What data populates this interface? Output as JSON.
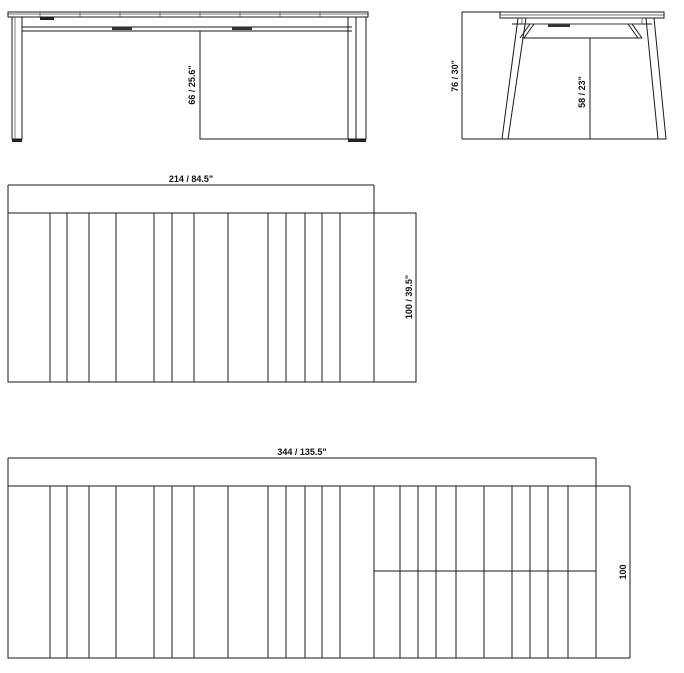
{
  "dimensions": {
    "front_leg_height": "66 / 25.6\"",
    "side_height": "76 / 30\"",
    "side_leg_height": "58 / 23\"",
    "closed_length": "214 / 84.5\"",
    "closed_depth": "100 / 39.5\"",
    "extended_length": "344 / 135.5\"",
    "extended_depth": "100"
  }
}
